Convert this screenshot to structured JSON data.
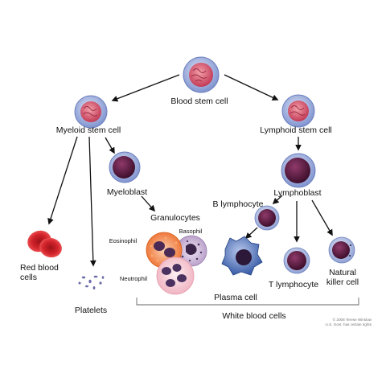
{
  "labels": {
    "blood_stem_cell": "Blood stem cell",
    "myeloid_stem_cell": "Myeloid stem cell",
    "lymphoid_stem_cell": "Lymphoid stem cell",
    "myeloblast": "Myeloblast",
    "lymphoblast": "Lymphoblast",
    "granulocytes": "Granulocytes",
    "eosinophil": "Eosinophil",
    "basophil": "Basophil",
    "neutrophil": "Neutrophil",
    "b_lymphocyte": "B lymphocyte",
    "plasma_cell": "Plasma cell",
    "t_lymphocyte": "T lymphocyte",
    "natural_killer_line1": "Natural",
    "natural_killer_line2": "killer cell",
    "red_blood_line1": "Red blood",
    "red_blood_line2": "cells",
    "platelets": "Platelets",
    "white_blood_cells": "White blood cells",
    "copyright_line1": "© 2008 Terese Winslow",
    "copyright_line2": "U.S. Govt. has certain rights"
  },
  "colors": {
    "stem_outer": "#a9b8e0",
    "stem_inner": "#d95f72",
    "blast_inner": "#6b1f4a",
    "rbc": "#d4242c",
    "eosinophil": "#f07a3a",
    "basophil": "#b9a0c8",
    "neutrophil": "#f2c6cf",
    "plasma": "#4a6fb8",
    "nucleus_dark": "#2c1838",
    "arrow": "#111111"
  }
}
